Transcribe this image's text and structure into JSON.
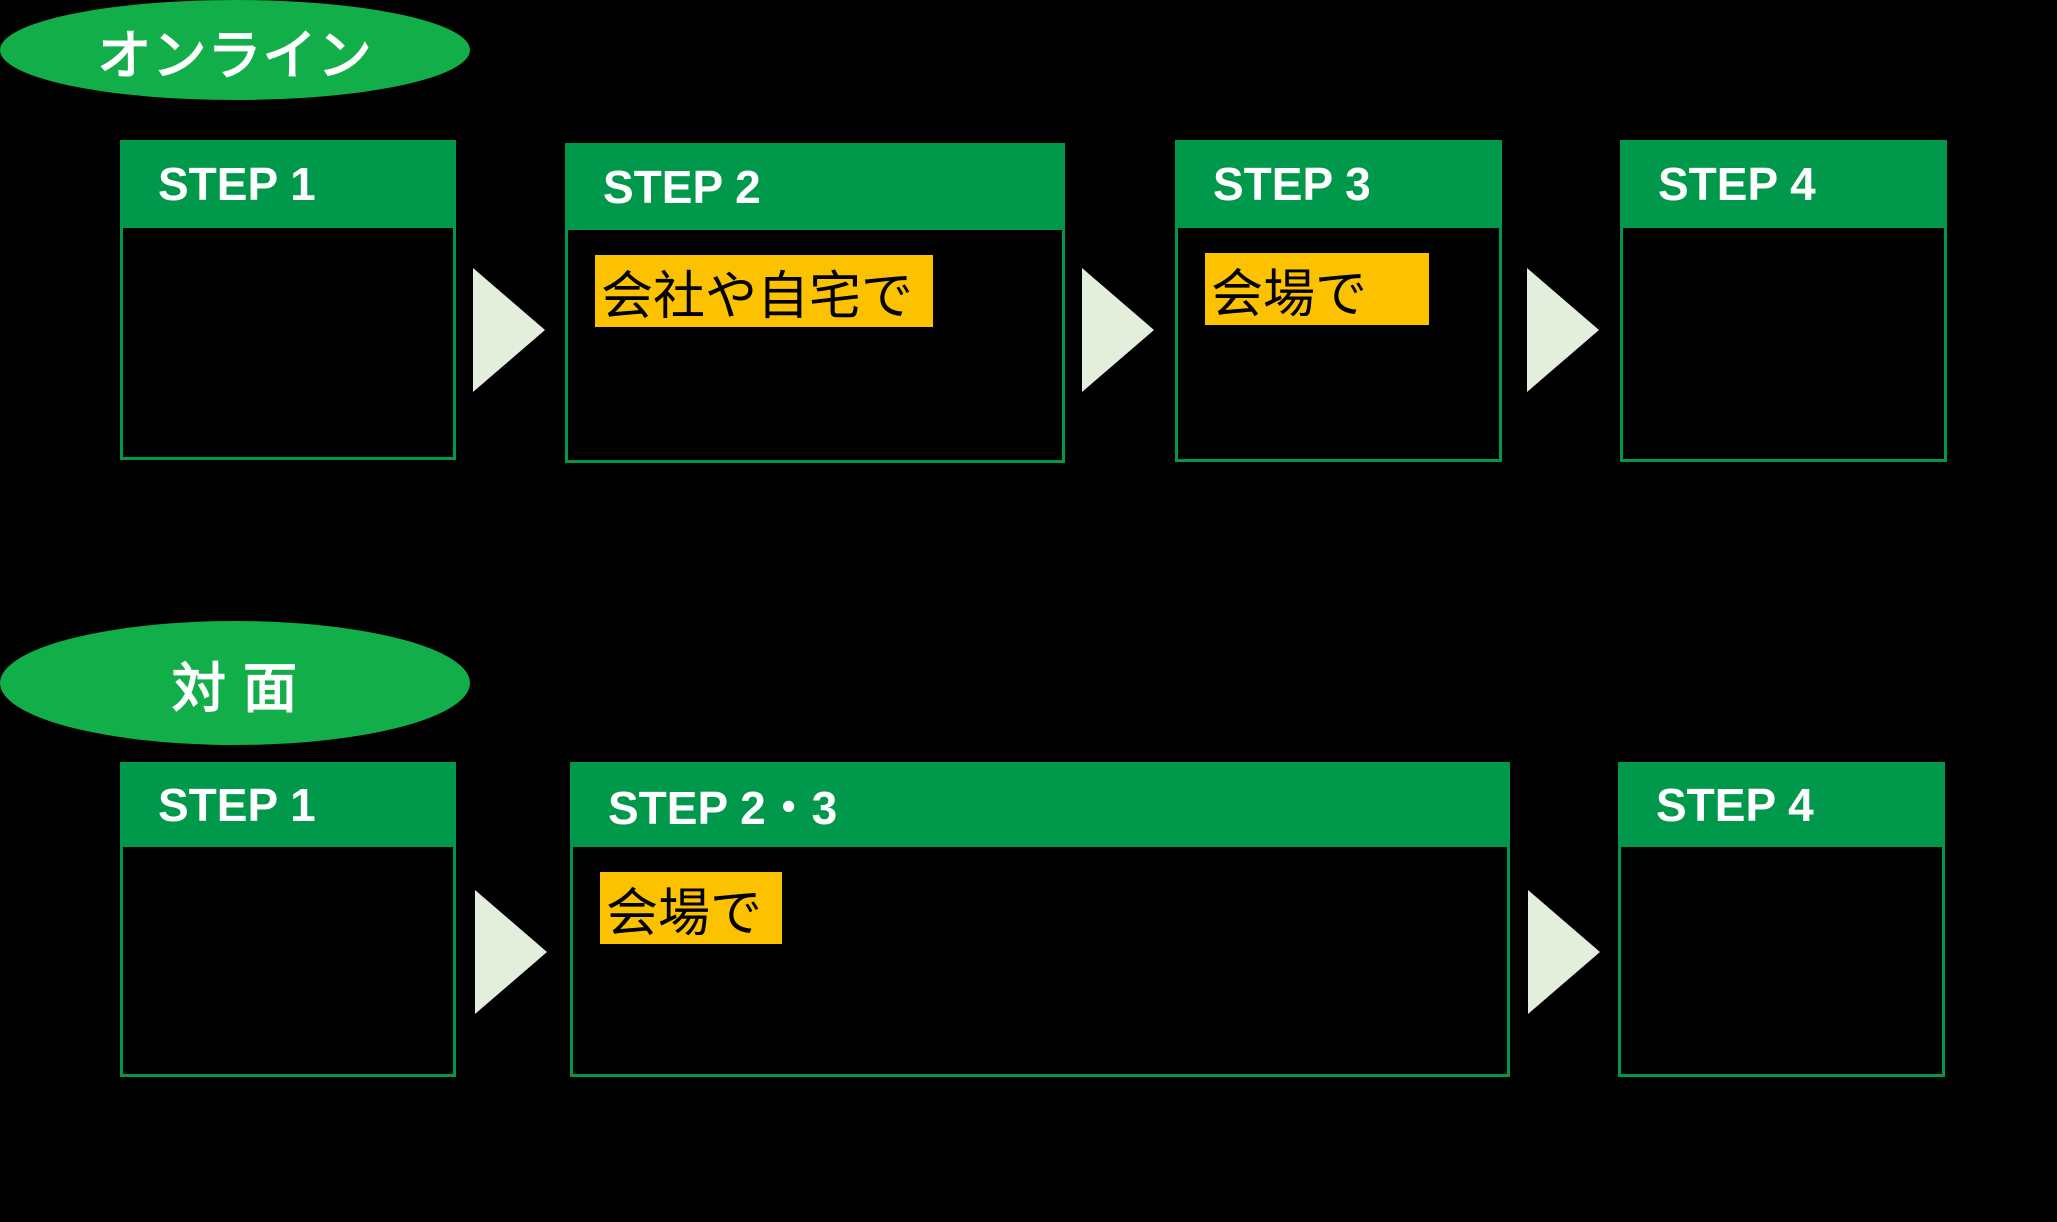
{
  "colors": {
    "background": "#000000",
    "header_green": "#00994c",
    "pill_green": "#12ae4a",
    "border_green": "#00994c",
    "arrow_pale_green": "#e4eedd",
    "highlight_yellow": "#fcc200",
    "header_text": "#ffffff",
    "tag_text": "#000000"
  },
  "sections": [
    {
      "id": "online",
      "pill_label": "オンライン",
      "pill_icon": "ellipse-badge",
      "steps": [
        {
          "id": "online-step-1",
          "header": "STEP 1",
          "tag": null
        },
        {
          "id": "online-step-2",
          "header": "STEP 2",
          "tag": "会社や自宅で"
        },
        {
          "id": "online-step-3",
          "header": "STEP 3",
          "tag": "会場で"
        },
        {
          "id": "online-step-4",
          "header": "STEP 4",
          "tag": null
        }
      ],
      "arrow_count": 3
    },
    {
      "id": "in-person",
      "pill_label": "対 面",
      "pill_icon": "ellipse-badge",
      "steps": [
        {
          "id": "inperson-step-1",
          "header": "STEP 1",
          "tag": null
        },
        {
          "id": "inperson-step-23",
          "header": "STEP 2・3",
          "tag": "会場で"
        },
        {
          "id": "inperson-step-4",
          "header": "STEP 4",
          "tag": null
        }
      ],
      "arrow_count": 2
    }
  ]
}
